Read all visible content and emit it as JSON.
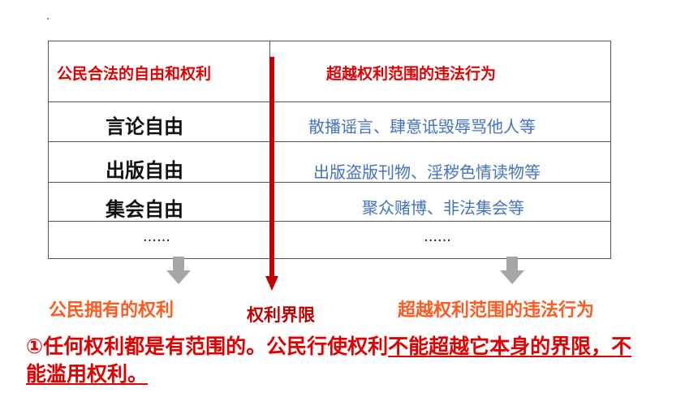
{
  "table": {
    "header_left": "公民合法的自由和权利",
    "header_right": "超越权利范围的违法行为",
    "rows": [
      {
        "left": "言论自由",
        "right": "散播谣言、肆意诋毁辱骂他人等"
      },
      {
        "left": "出版自由",
        "right": "出版盗版刊物、淫秽色情读物等"
      },
      {
        "left": "集会自由",
        "right": "聚众赌博、非法集会等"
      },
      {
        "left": "……",
        "right": "……"
      }
    ]
  },
  "labels": {
    "left": "公民拥有的权利",
    "center": "权利界限",
    "right": "超越权利范围的违法行为"
  },
  "statement": {
    "part1": "①任何权利都是有范围的。公民行使权利",
    "part2": "不能超越它本身的界限，不能滥用权利。"
  },
  "colors": {
    "header": "#e00000",
    "right_items": "#4472c4",
    "boundary_arrow": "#c00000",
    "labels": "#ff5a1f",
    "gray_arrow": "#a6a6a6"
  },
  "icons": {
    "left_arrow": "gray-down-arrow-icon",
    "right_arrow": "gray-down-arrow-icon",
    "boundary": "red-down-arrow-icon"
  }
}
